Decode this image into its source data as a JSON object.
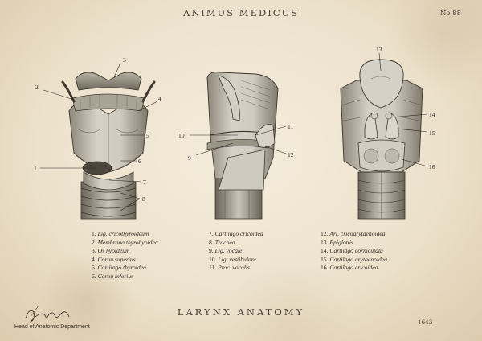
{
  "header": {
    "title": "ANIMUS MEDICUS",
    "plate_number": "No 88"
  },
  "figure_labels": {
    "anterior": [
      "1",
      "2",
      "3",
      "4",
      "5",
      "6",
      "7",
      "8"
    ],
    "lateral": [
      "9",
      "10",
      "11",
      "12"
    ],
    "posterior": [
      "13",
      "14",
      "15",
      "16"
    ]
  },
  "legend": {
    "column1": [
      {
        "num": "1.",
        "term": "Lig. cricothyroideum"
      },
      {
        "num": "2.",
        "term": "Membrana thyrohyoidea"
      },
      {
        "num": "3.",
        "term": "Os hyoideum"
      },
      {
        "num": "4.",
        "term": "Cornu superius"
      },
      {
        "num": "5.",
        "term": "Cartilago thyroidea"
      },
      {
        "num": "6.",
        "term": "Cornu inferius"
      }
    ],
    "column2": [
      {
        "num": "7.",
        "term": "Cartilago cricoidea"
      },
      {
        "num": "8.",
        "term": "Trachea"
      },
      {
        "num": "9.",
        "term": "Lig. vocale"
      },
      {
        "num": "10.",
        "term": "Lig. vestibulare"
      },
      {
        "num": "11.",
        "term": "Proc. vocalis"
      }
    ],
    "column3": [
      {
        "num": "12.",
        "term": "Art. cricoarytaenoidea"
      },
      {
        "num": "13.",
        "term": "Epiglottis"
      },
      {
        "num": "14.",
        "term": "Cartilago corniculata"
      },
      {
        "num": "15.",
        "term": "Cartilago arytaenoidea"
      },
      {
        "num": "16.",
        "term": "Cartilago cricoidea"
      }
    ]
  },
  "footer": {
    "title": "LARYNX ANATOMY",
    "year": "1643",
    "signature_caption": "Head of Anatomic Department"
  },
  "colors": {
    "paper": "#ece1cb",
    "ink": "#3a3127",
    "cartilage": "#c9c4b8",
    "shadow": "#6f685c"
  }
}
